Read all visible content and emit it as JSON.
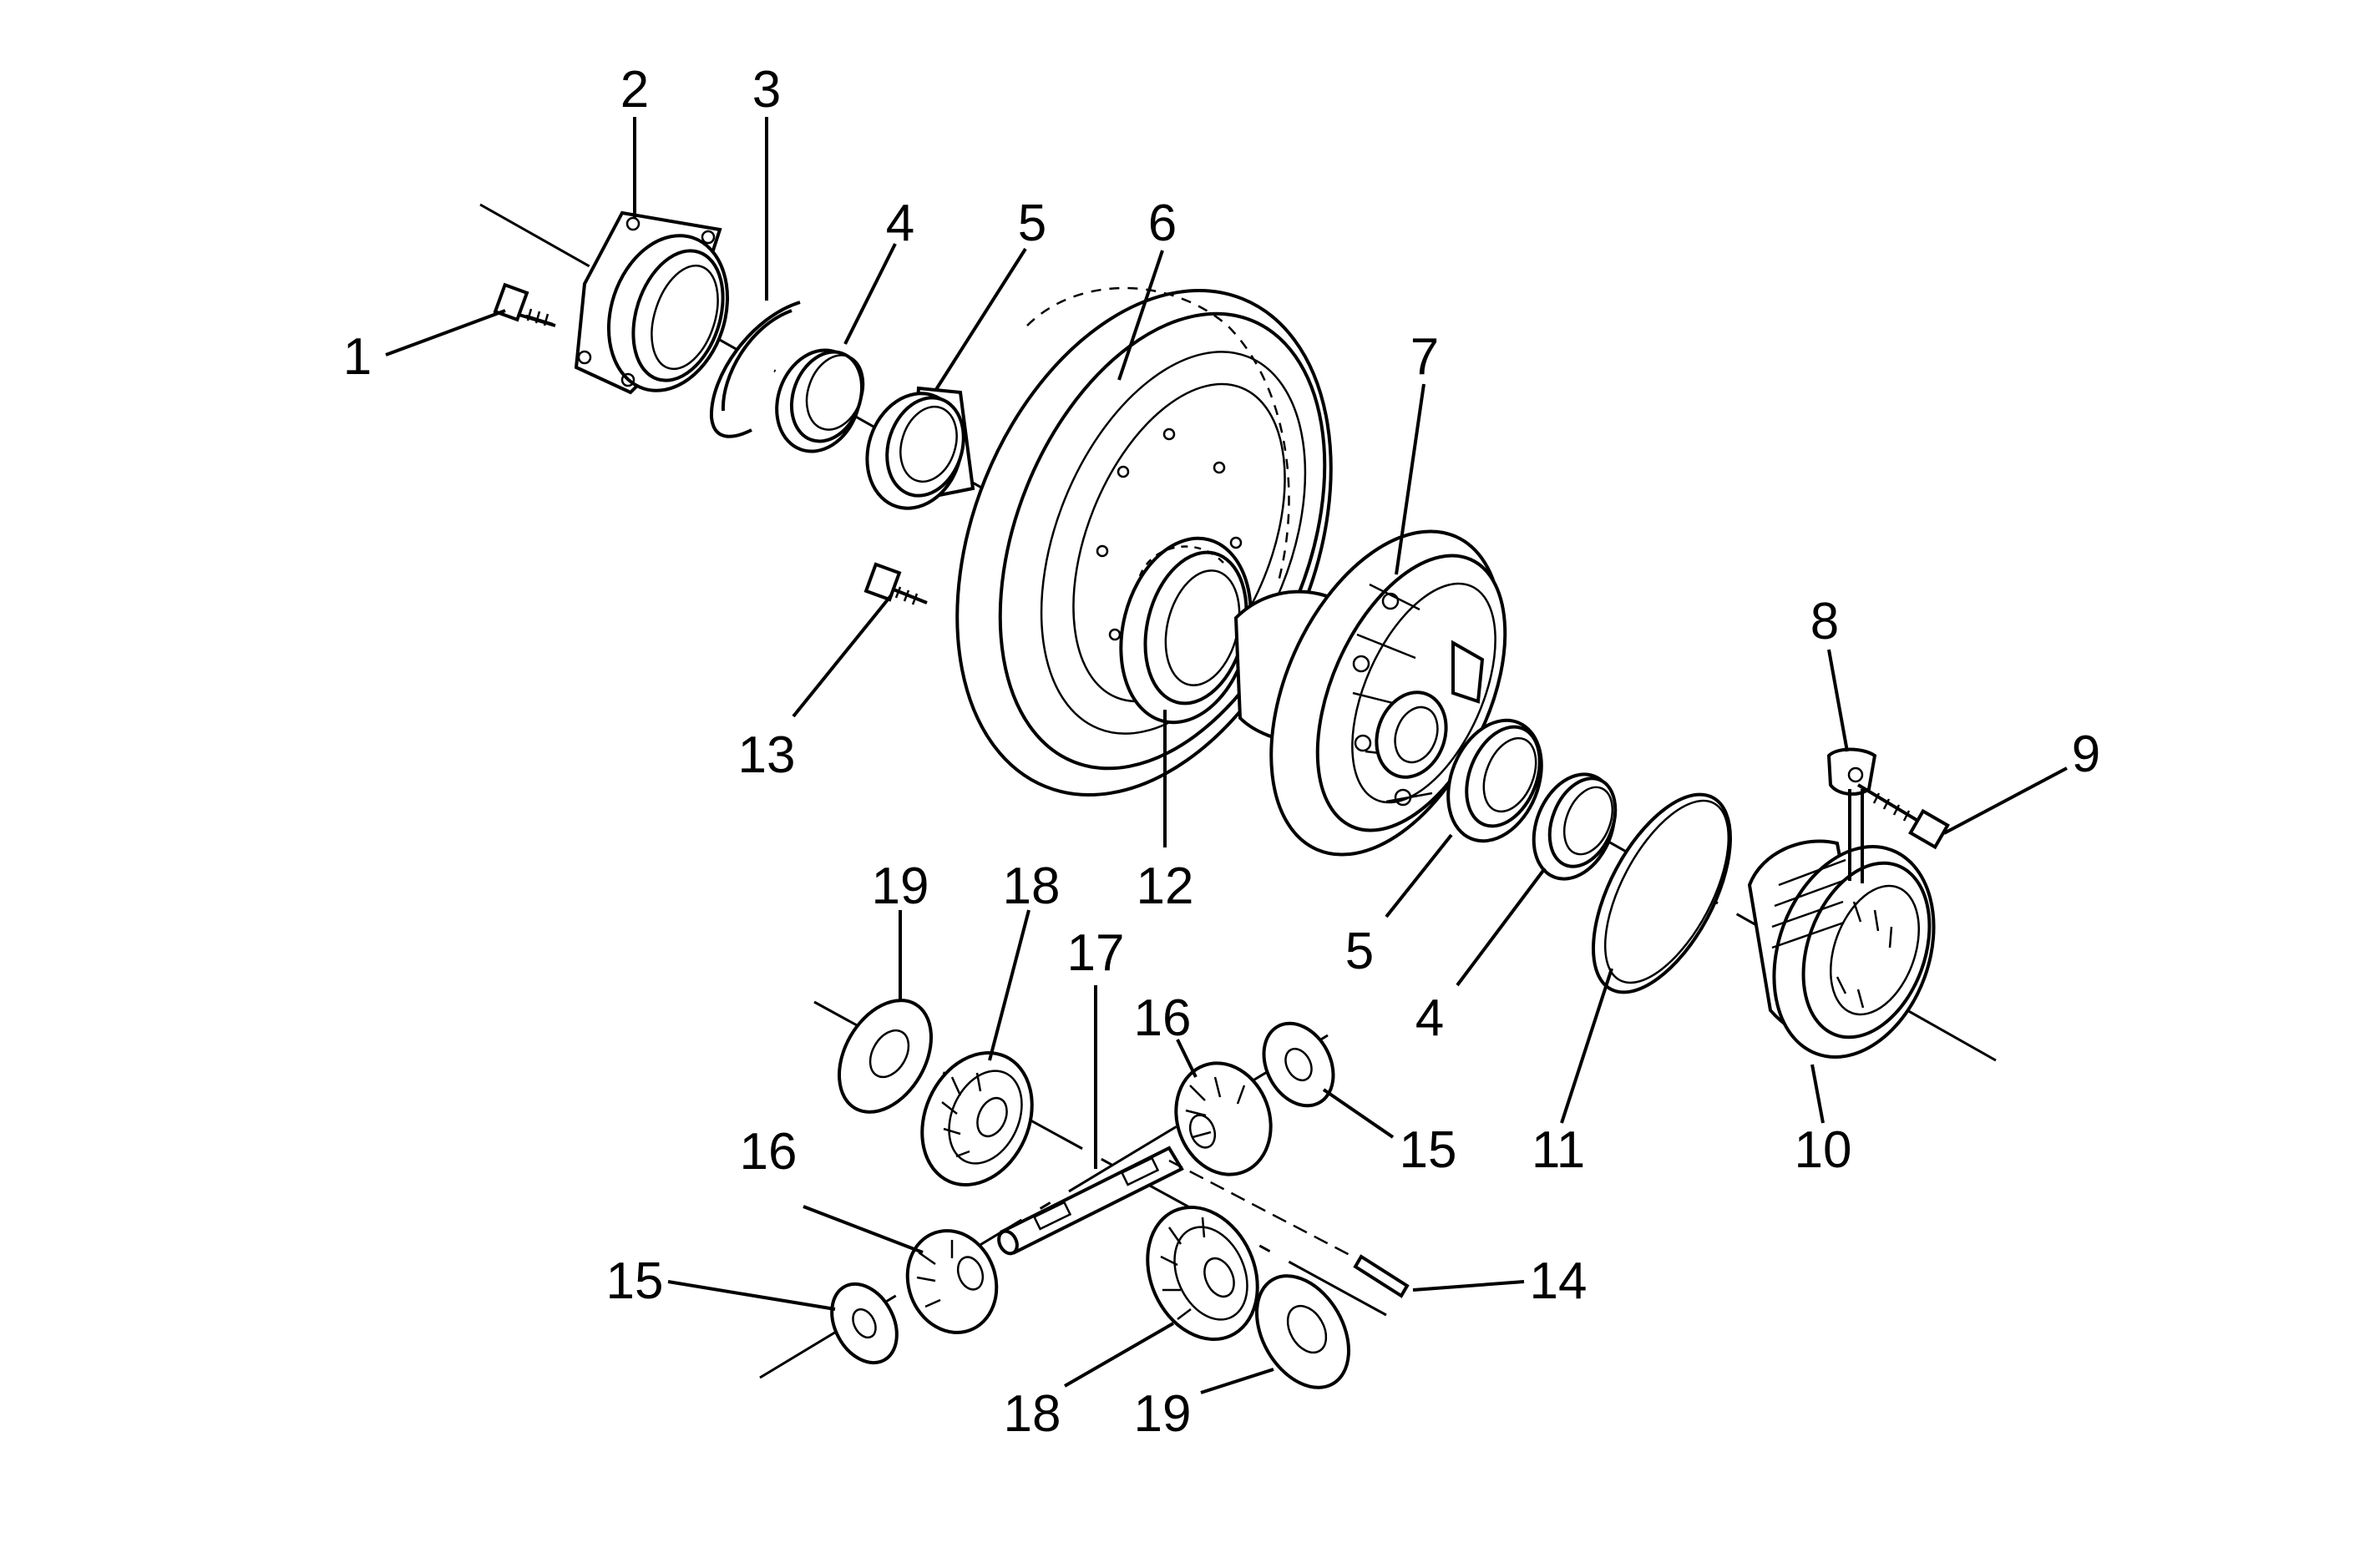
{
  "callouts": [
    {
      "id": "c1",
      "text": "1"
    },
    {
      "id": "c2",
      "text": "2"
    },
    {
      "id": "c3",
      "text": "3"
    },
    {
      "id": "c4a",
      "text": "4"
    },
    {
      "id": "c5a",
      "text": "5"
    },
    {
      "id": "c6",
      "text": "6"
    },
    {
      "id": "c7",
      "text": "7"
    },
    {
      "id": "c8",
      "text": "8"
    },
    {
      "id": "c9",
      "text": "9"
    },
    {
      "id": "c13",
      "text": "13"
    },
    {
      "id": "c12",
      "text": "12"
    },
    {
      "id": "c19a",
      "text": "19"
    },
    {
      "id": "c18a",
      "text": "18"
    },
    {
      "id": "c17",
      "text": "17"
    },
    {
      "id": "c16a",
      "text": "16"
    },
    {
      "id": "c5b",
      "text": "5"
    },
    {
      "id": "c4b",
      "text": "4"
    },
    {
      "id": "c15a",
      "text": "15"
    },
    {
      "id": "c11",
      "text": "11"
    },
    {
      "id": "c10",
      "text": "10"
    },
    {
      "id": "c16b",
      "text": "16"
    },
    {
      "id": "c15b",
      "text": "15"
    },
    {
      "id": "c14",
      "text": "14"
    },
    {
      "id": "c18b",
      "text": "18"
    },
    {
      "id": "c19b",
      "text": "19"
    }
  ],
  "parts": [
    {
      "number": "1",
      "icon": "bolt-icon"
    },
    {
      "number": "2",
      "icon": "bearing-adjuster-housing-icon"
    },
    {
      "number": "3",
      "icon": "snap-ring-icon"
    },
    {
      "number": "4",
      "icon": "bearing-cup-icon"
    },
    {
      "number": "5",
      "icon": "bearing-cone-icon"
    },
    {
      "number": "6",
      "icon": "ring-gear-icon"
    },
    {
      "number": "7",
      "icon": "differential-case-icon"
    },
    {
      "number": "8",
      "icon": "lock-tab-icon"
    },
    {
      "number": "9",
      "icon": "bolt-icon"
    },
    {
      "number": "10",
      "icon": "bearing-adjuster-icon"
    },
    {
      "number": "11",
      "icon": "o-ring-icon"
    },
    {
      "number": "12",
      "icon": "speed-sensor-ring-icon"
    },
    {
      "number": "13",
      "icon": "ring-gear-bolt-icon"
    },
    {
      "number": "14",
      "icon": "retaining-pin-icon"
    },
    {
      "number": "15",
      "icon": "thrust-washer-icon"
    },
    {
      "number": "16",
      "icon": "pinion-gear-icon"
    },
    {
      "number": "17",
      "icon": "pinion-shaft-icon"
    },
    {
      "number": "18",
      "icon": "side-gear-icon"
    },
    {
      "number": "19",
      "icon": "side-gear-washer-icon"
    }
  ]
}
